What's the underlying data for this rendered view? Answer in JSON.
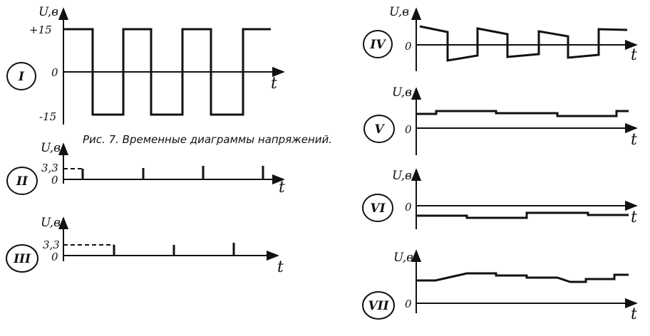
{
  "caption": "Рис. 7. Временные диаграммы напряжений.",
  "diagrams": [
    {
      "roman": "I",
      "ylabel": "U,в",
      "xlabel": "t",
      "ticks": [
        "+15",
        "0",
        "-15"
      ]
    },
    {
      "roman": "II",
      "ylabel": "U,в",
      "xlabel": "t",
      "ticks": [
        "3,3",
        "0"
      ]
    },
    {
      "roman": "III",
      "ylabel": "U,в",
      "xlabel": "t",
      "ticks": [
        "3,3",
        "0"
      ]
    },
    {
      "roman": "IV",
      "ylabel": "U,в",
      "xlabel": "t",
      "ticks": [
        "0"
      ]
    },
    {
      "roman": "V",
      "ylabel": "U,в",
      "xlabel": "t",
      "ticks": [
        "0"
      ]
    },
    {
      "roman": "VI",
      "ylabel": "U,в",
      "xlabel": "t",
      "ticks": [
        "0"
      ]
    },
    {
      "roman": "VII",
      "ylabel": "U,в",
      "xlabel": "t",
      "ticks": [
        "0"
      ]
    }
  ]
}
